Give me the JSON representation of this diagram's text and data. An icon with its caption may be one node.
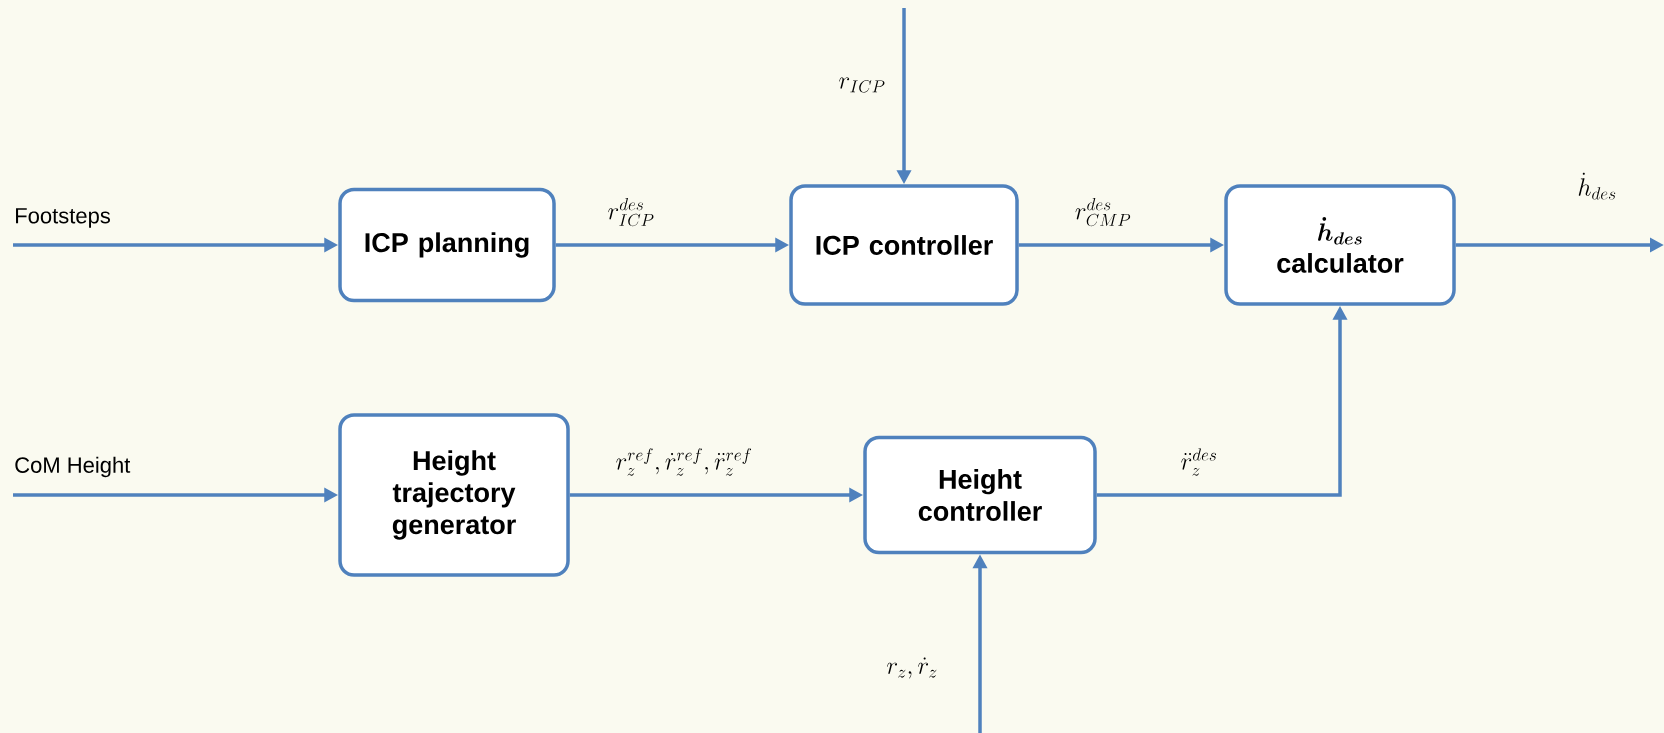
{
  "diagram": {
    "nodes": [
      {
        "text": [
          "Footsteps"
        ]
      },
      {
        "text": [
          "ICP planning"
        ]
      },
      {
        "text": [
          "ICP controller"
        ]
      },
      {
        "text": [
          "\\boldsymbol{\\dot{h}_{des}}",
          "calculator"
        ]
      },
      {
        "text": [
          "CoM Height"
        ]
      },
      {
        "text": [
          "Height trajectory generator"
        ]
      },
      {
        "text": [
          "Height controller"
        ]
      }
    ],
    "edges": [
      {
        "from": 0,
        "to": 1,
        "arrow": "to"
      },
      {
        "from": 1,
        "to": 2,
        "arrow": "to",
        "label": "r_{ICP}^{des}"
      },
      {
        "from": null,
        "to": 2,
        "arrow": "to",
        "label": "r_{ICP}"
      },
      {
        "from": 2,
        "to": 3,
        "arrow": "to",
        "label": "r_{CMP}^{des}"
      },
      {
        "from": 3,
        "to": null,
        "arrow": "to",
        "label": "\\dot{h}_{des}"
      },
      {
        "from": 4,
        "to": 5,
        "arrow": "to"
      },
      {
        "from": 5,
        "to": 6,
        "arrow": "to",
        "label": "r_z^{ref}, \\dot{r}_z^{ref}, \\ddot{r}_z^{ref}"
      },
      {
        "from": 6,
        "to": 3,
        "arrow": "to",
        "label": "\\ddot{r}_z^{des}"
      },
      {
        "from": null,
        "to": 6,
        "arrow": "to",
        "label": "r_z, \\dot{r}_z"
      }
    ]
  }
}
